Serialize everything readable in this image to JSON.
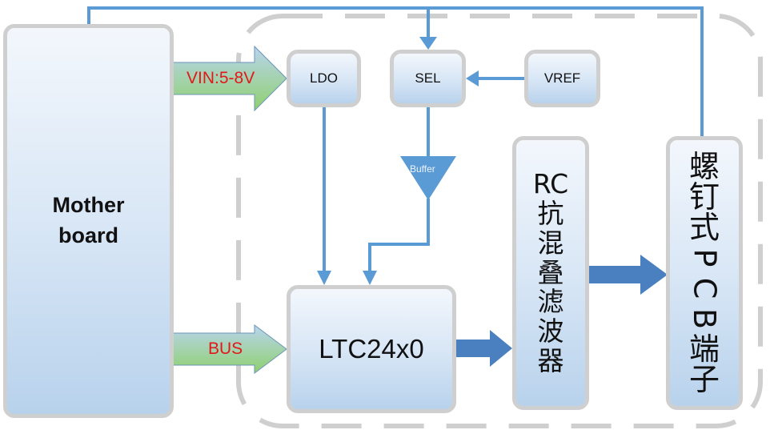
{
  "diagram": {
    "motherboard": {
      "line1": "Mother",
      "line2": "board"
    },
    "ldo": "LDO",
    "sel": "SEL",
    "vref": "VREF",
    "buffer": "Buffer",
    "ltc": "LTC24x0",
    "rc_filter": {
      "chars": [
        "RC",
        "抗",
        "混",
        "叠",
        "滤",
        "波",
        "器"
      ]
    },
    "terminal": {
      "chars": [
        "螺",
        "钉",
        "式",
        "P",
        "C",
        "B",
        "端",
        "子"
      ]
    },
    "vin_label": "VIN:5-8V",
    "bus_label": "BUS"
  },
  "colors": {
    "line": "#5b9bd5",
    "arrow_dark": "#4a80c0",
    "label_red": "#e0191b",
    "dash": "#cfcfcf"
  }
}
